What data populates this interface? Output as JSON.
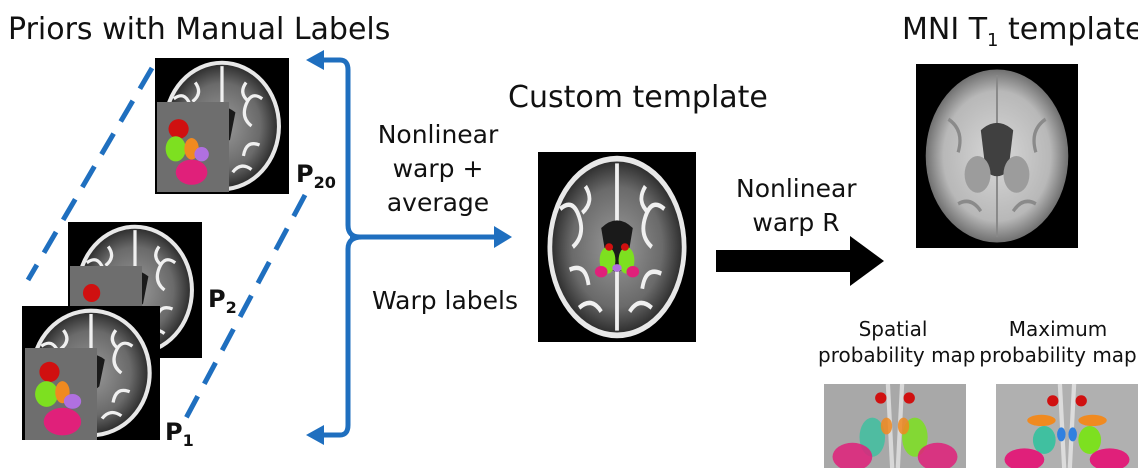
{
  "titles": {
    "priors": "Priors with Manual Labels",
    "mni_prefix": "MNI T",
    "mni_subscript": "1",
    "mni_suffix": " template",
    "custom": "Custom template"
  },
  "steps": {
    "warp_line1": "Nonlinear",
    "warp_line2": "warp +",
    "warp_line3": "average",
    "labels": "Warp labels",
    "r_line1": "Nonlinear",
    "r_line2": "warp R"
  },
  "priors": {
    "p20_letter": "P",
    "p20_sub": "20",
    "p2_letter": "P",
    "p2_sub": "2",
    "p1_letter": "P",
    "p1_sub": "1"
  },
  "maps": {
    "spatial_line1": "Spatial",
    "spatial_line2": "probability map",
    "maximum_line1": "Maximum",
    "maximum_line2": "probability map"
  },
  "colors": {
    "arrow_blue": "#1f6fbf",
    "arrow_black": "#000000",
    "label_red": "#d01010",
    "label_green": "#7de020",
    "label_magenta": "#e0207a",
    "label_purple": "#b070e0",
    "label_orange": "#f08a20"
  }
}
